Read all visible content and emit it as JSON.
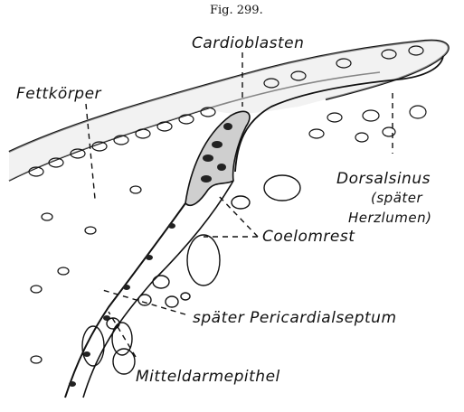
{
  "figure": {
    "number": "Fig. 299.",
    "labels": {
      "cardioblasten": "Cardioblasten",
      "fettkoerper": "Fettkörper",
      "dorsalsinus": "Dorsalsinus",
      "spaeter": "(später",
      "herzlumen": "Herzlumen)",
      "coelomrest": "Coelomrest",
      "pericardialseptum": "später Pericardialseptum",
      "mitteldarmepithel": "Mitteldarmepithel"
    }
  }
}
